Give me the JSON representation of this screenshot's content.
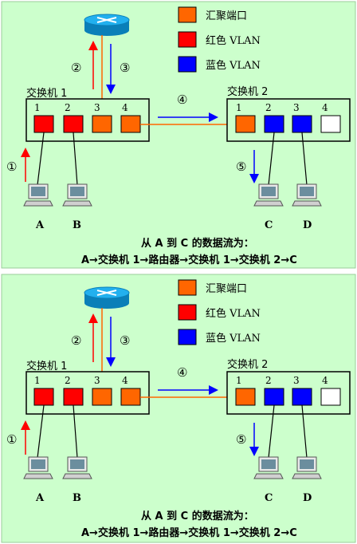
{
  "legend": {
    "aggregate_port": "汇聚端口",
    "red_vlan": "红色 VLAN",
    "blue_vlan": "蓝色 VLAN"
  },
  "switch1": {
    "title": "交换机 1",
    "ports": [
      "1",
      "2",
      "3",
      "4"
    ]
  },
  "switch2": {
    "title": "交换机 2",
    "ports": [
      "1",
      "2",
      "3",
      "4"
    ]
  },
  "steps": [
    "①",
    "②",
    "③",
    "④",
    "⑤"
  ],
  "hosts": {
    "a": "A",
    "b": "B",
    "c": "C",
    "d": "D"
  },
  "caption": {
    "title": "从 A 到 C 的数据流为：",
    "flow": "A→交换机 1→路由器→交换机 1→交换机 2→C"
  },
  "colors": {
    "background": "#ccffcc",
    "aggregate": "#ff6600",
    "red": "#ff0000",
    "blue": "#0000ff",
    "router": "#0c9adc"
  },
  "icons": {
    "router": "router-icon",
    "pc": "computer-icon",
    "arrow": "arrow-icon"
  }
}
